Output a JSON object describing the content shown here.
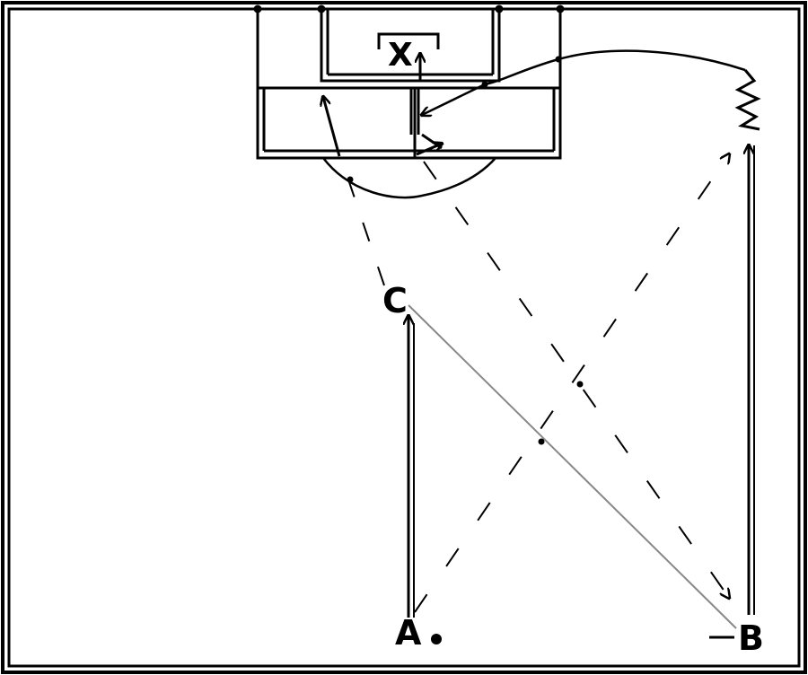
{
  "players": {
    "a": "A",
    "b": "B",
    "c": "C",
    "x": "X"
  },
  "colors": {
    "ink": "#000000",
    "pass_line": "#888888",
    "background": "#ffffff"
  }
}
